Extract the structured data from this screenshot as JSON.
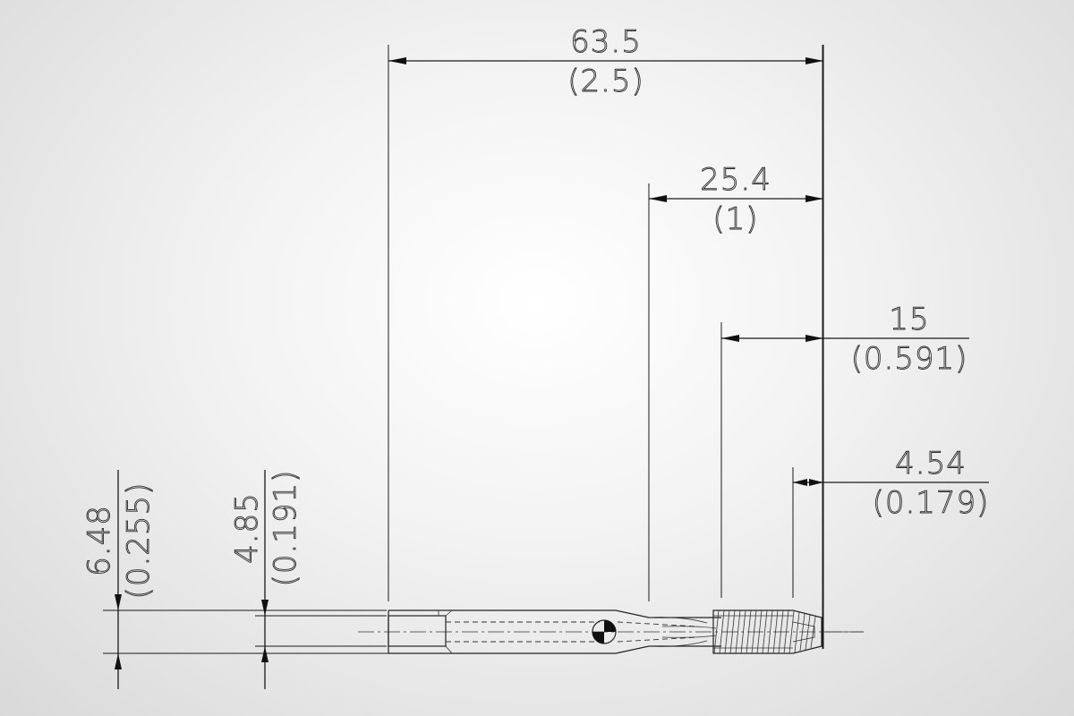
{
  "dimensions": {
    "overall_length": {
      "mm": "63.5",
      "in": "(2.5)"
    },
    "shank_to_tip": {
      "mm": "25.4",
      "in": "(1)"
    },
    "thread_length": {
      "mm": "15",
      "in": "(0.591)"
    },
    "chamfer_length": {
      "mm": "4.54",
      "in": "(0.179)"
    },
    "shank_diameter": {
      "mm": "6.48",
      "in": "(0.255)"
    },
    "square_size": {
      "mm": "4.85",
      "in": "(0.191)"
    }
  }
}
